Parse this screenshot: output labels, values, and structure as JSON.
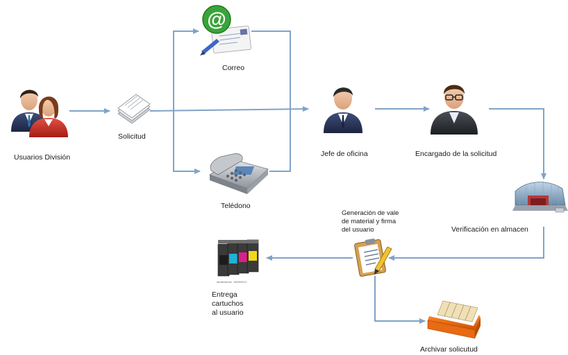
{
  "diagram": {
    "nodes": {
      "usuarios": {
        "label": "Usuarios División",
        "icon": "users-pair-icon"
      },
      "solicitud": {
        "label": "Solicitud",
        "icon": "paper-stack-icon"
      },
      "correo": {
        "label": "Correo",
        "icon": "email-at-icon"
      },
      "telefono": {
        "label": "Telédono",
        "icon": "telephone-icon"
      },
      "jefe": {
        "label": "Jefe de oficina",
        "icon": "manager-icon"
      },
      "encargado": {
        "label": "Encargado de la solicitud",
        "icon": "clerk-with-glasses-icon"
      },
      "almacen": {
        "label": "Verificación en almacen",
        "icon": "warehouse-icon"
      },
      "vale": {
        "label": "Generación de vale\nde material y firma\ndel usuario",
        "icon": "clipboard-pencil-icon"
      },
      "entrega": {
        "label": "Entrega\ncartuchos\nal usuario",
        "icon": "ink-cartridges-icon"
      },
      "archivar": {
        "label": "Archivar solicutud",
        "icon": "file-drawer-icon"
      }
    },
    "arrow_color": "#7fa3c8",
    "watermark": "shutterstock · 88434913"
  }
}
